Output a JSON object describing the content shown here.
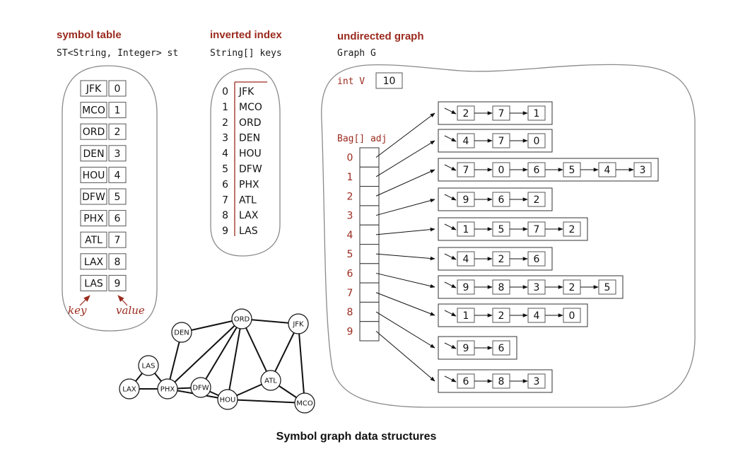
{
  "caption": "Symbol graph data structures",
  "symbol_table": {
    "heading": "symbol table",
    "declaration": "ST<String, Integer> st",
    "entries": [
      {
        "key": "JFK",
        "value": "0"
      },
      {
        "key": "MCO",
        "value": "1"
      },
      {
        "key": "ORD",
        "value": "2"
      },
      {
        "key": "DEN",
        "value": "3"
      },
      {
        "key": "HOU",
        "value": "4"
      },
      {
        "key": "DFW",
        "value": "5"
      },
      {
        "key": "PHX",
        "value": "6"
      },
      {
        "key": "ATL",
        "value": "7"
      },
      {
        "key": "LAX",
        "value": "8"
      },
      {
        "key": "LAS",
        "value": "9"
      }
    ],
    "key_label": "key",
    "value_label": "value"
  },
  "inverted_index": {
    "heading": "inverted index",
    "declaration": "String[] keys",
    "indices": [
      "0",
      "1",
      "2",
      "3",
      "4",
      "5",
      "6",
      "7",
      "8",
      "9"
    ],
    "keys": [
      "JFK",
      "MCO",
      "ORD",
      "DEN",
      "HOU",
      "DFW",
      "PHX",
      "ATL",
      "LAX",
      "LAS"
    ]
  },
  "undirected_graph": {
    "heading": "undirected graph",
    "declaration": "Graph G",
    "v_label": "int V",
    "v_value": "10",
    "adj_label": "Bag[] adj",
    "indices": [
      "0",
      "1",
      "2",
      "3",
      "4",
      "5",
      "6",
      "7",
      "8",
      "9"
    ],
    "lists": [
      [
        "2",
        "7",
        "1"
      ],
      [
        "4",
        "7",
        "0"
      ],
      [
        "7",
        "0",
        "6",
        "5",
        "4",
        "3"
      ],
      [
        "9",
        "6",
        "2"
      ],
      [
        "1",
        "5",
        "7",
        "2"
      ],
      [
        "4",
        "2",
        "6"
      ],
      [
        "9",
        "8",
        "3",
        "2",
        "5"
      ],
      [
        "1",
        "2",
        "4",
        "0"
      ],
      [
        "9",
        "6"
      ],
      [
        "6",
        "8",
        "3"
      ]
    ]
  },
  "drawing": {
    "nodes": [
      "ORD",
      "JFK",
      "DEN",
      "LAS",
      "LAX",
      "PHX",
      "DFW",
      "HOU",
      "ATL",
      "MCO"
    ],
    "edges": [
      [
        "JFK",
        "ORD"
      ],
      [
        "ORD",
        "DEN"
      ],
      [
        "ORD",
        "HOU"
      ],
      [
        "DFW",
        "HOU"
      ],
      [
        "JFK",
        "MCO"
      ],
      [
        "LAX",
        "LAS"
      ],
      [
        "HOU",
        "MCO"
      ],
      [
        "LAS",
        "PHX"
      ],
      [
        "ATL",
        "HOU"
      ],
      [
        "ORD",
        "DFW"
      ],
      [
        "ORD",
        "PHX"
      ],
      [
        "ORD",
        "ATL"
      ],
      [
        "JFK",
        "ATL"
      ],
      [
        "DEN",
        "PHX"
      ],
      [
        "PHX",
        "DFW"
      ],
      [
        "ATL",
        "MCO"
      ],
      [
        "LAX",
        "PHX"
      ],
      [
        "PHX",
        "HOU"
      ]
    ]
  }
}
